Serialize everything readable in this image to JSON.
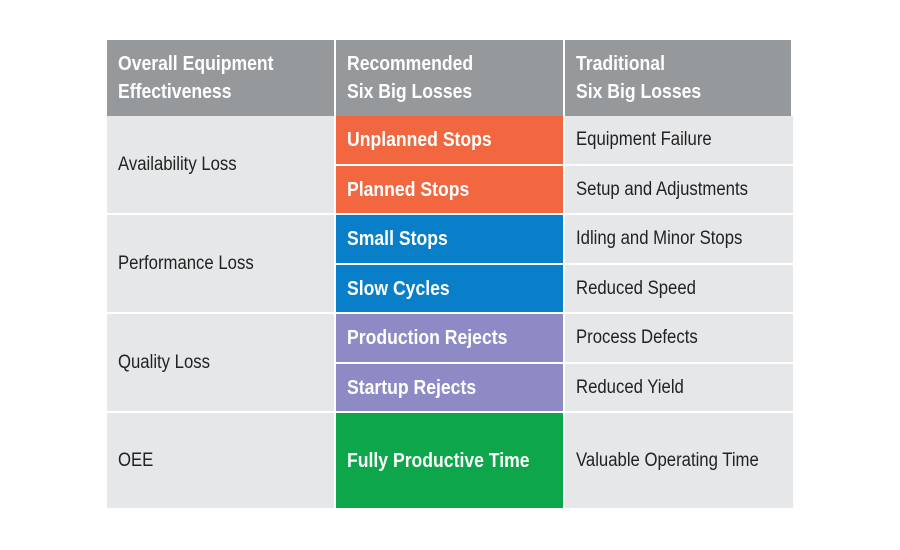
{
  "headers": {
    "col1": "Overall Equipment\nEffectiveness",
    "col2": "Recommended\nSix Big Losses",
    "col3": "Traditional\nSix Big Losses"
  },
  "groups": [
    {
      "category": "Availability Loss",
      "color": "#f2673f",
      "rows": [
        {
          "recommended": "Unplanned Stops",
          "traditional": "Equipment Failure"
        },
        {
          "recommended": "Planned Stops",
          "traditional": "Setup and Adjustments"
        }
      ]
    },
    {
      "category": "Performance Loss",
      "color": "#0a7fc9",
      "rows": [
        {
          "recommended": "Small Stops",
          "traditional": "Idling and Minor Stops"
        },
        {
          "recommended": "Slow Cycles",
          "traditional": "Reduced Speed"
        }
      ]
    },
    {
      "category": "Quality Loss",
      "color": "#8d8ac6",
      "rows": [
        {
          "recommended": "Production Rejects",
          "traditional": "Process Defects"
        },
        {
          "recommended": "Startup Rejects",
          "traditional": "Reduced Yield"
        }
      ]
    }
  ],
  "oee_row": {
    "category": "OEE",
    "color": "#0da64a",
    "recommended": "Fully Productive Time",
    "traditional": "Valuable Operating Time"
  },
  "colors": {
    "header_bg": "#96999c",
    "cell_bg": "#e6e7e8"
  }
}
